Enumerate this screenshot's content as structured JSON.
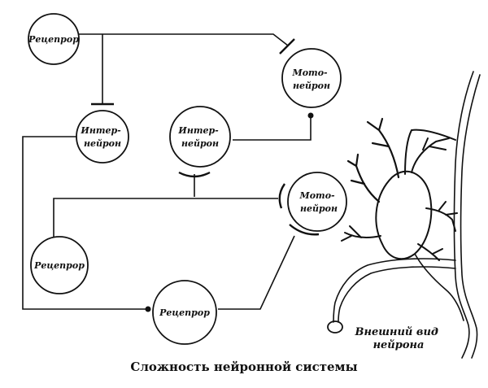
{
  "nodes": {
    "receptor_top_left": [
      "Рецепрор"
    ],
    "interneuron_left": [
      "Интер-",
      "нейрон"
    ],
    "interneuron_middle": [
      "Интер-",
      "нейрон"
    ],
    "motoneuron_top": [
      "Мото-",
      "нейрон"
    ],
    "motoneuron_middle": [
      "Мото-",
      "нейрон"
    ],
    "receptor_bottom_left": [
      "Рецепрор"
    ],
    "receptor_bottom": [
      "Рецепрор"
    ]
  },
  "neuron_label": [
    "Внешний вид",
    "нейрона"
  ],
  "caption": "Сложность нейронной системы"
}
